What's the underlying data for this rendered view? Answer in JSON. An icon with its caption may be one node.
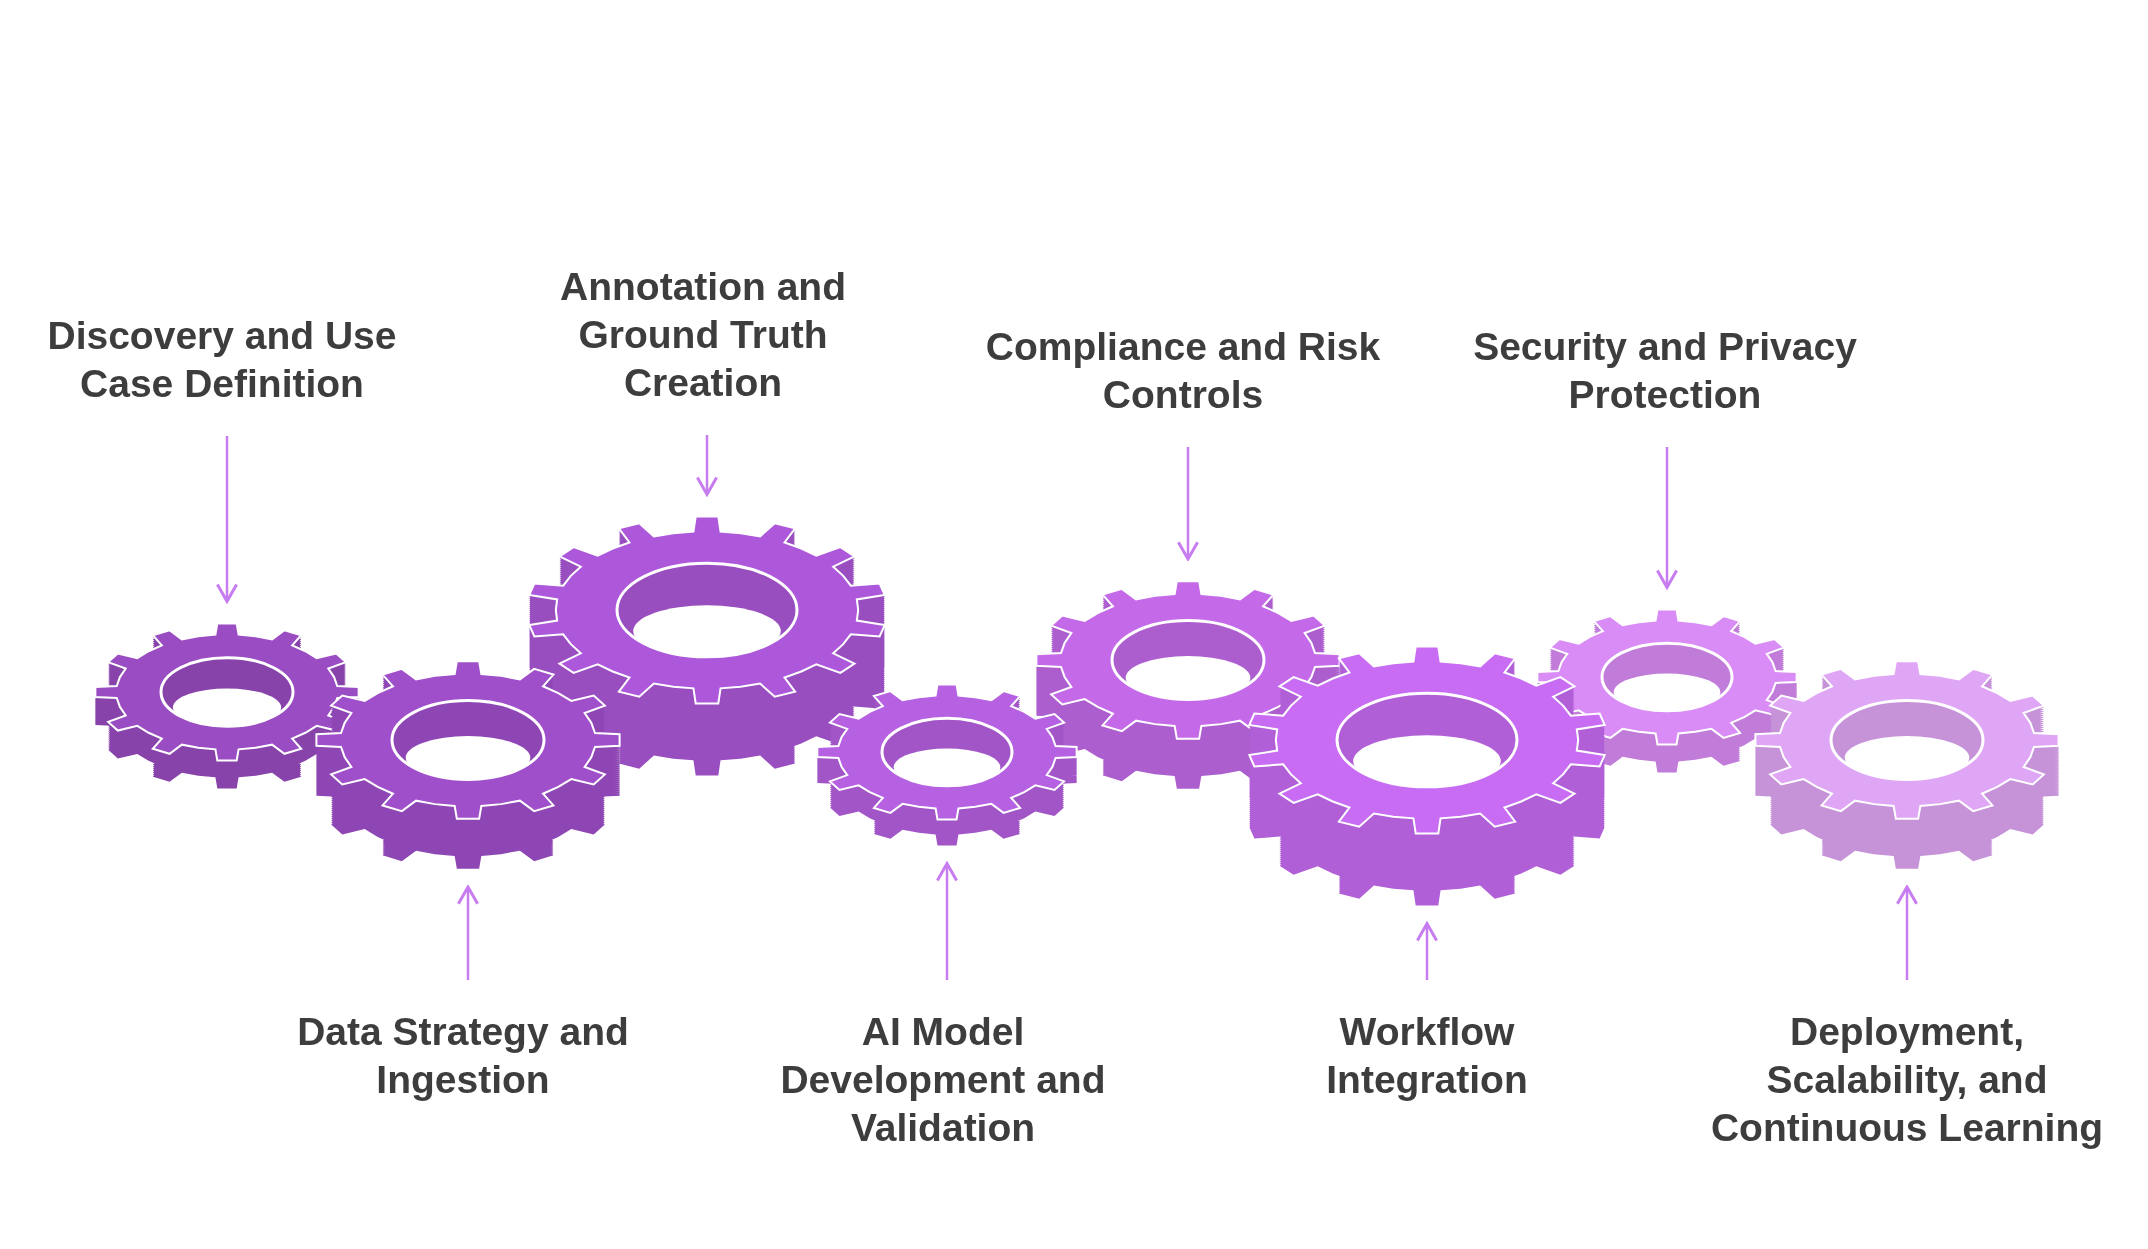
{
  "diagram": {
    "nodes": [
      {
        "text": [
          "Discovery and Use Case Definition"
        ]
      },
      {
        "text": [
          "Data Strategy and Ingestion"
        ]
      },
      {
        "text": [
          "Annotation and Ground Truth Creation"
        ]
      },
      {
        "text": [
          "AI Model Development and Validation"
        ]
      },
      {
        "text": [
          "Compliance and Risk Controls"
        ]
      },
      {
        "text": [
          "Workflow Integration"
        ]
      },
      {
        "text": [
          "Security and Privacy Protection"
        ]
      },
      {
        "text": [
          "Deployment, Scalability, and Continuous Learning"
        ]
      },
      {
        "text": [],
        "shape": "gear"
      },
      {
        "text": [],
        "shape": "gear"
      },
      {
        "text": [],
        "shape": "gear"
      },
      {
        "text": [],
        "shape": "gear"
      },
      {
        "text": [],
        "shape": "gear"
      },
      {
        "text": [],
        "shape": "gear"
      },
      {
        "text": [],
        "shape": "gear"
      },
      {
        "text": [],
        "shape": "gear"
      }
    ],
    "edges": [
      {
        "from": 0,
        "to": 8,
        "arrow": "to"
      },
      {
        "from": 1,
        "to": 9,
        "arrow": "to"
      },
      {
        "from": 2,
        "to": 10,
        "arrow": "to"
      },
      {
        "from": 3,
        "to": 11,
        "arrow": "to"
      },
      {
        "from": 4,
        "to": 12,
        "arrow": "to"
      },
      {
        "from": 5,
        "to": 13,
        "arrow": "to"
      },
      {
        "from": 6,
        "to": 14,
        "arrow": "to"
      },
      {
        "from": 7,
        "to": 15,
        "arrow": "to"
      }
    ]
  }
}
